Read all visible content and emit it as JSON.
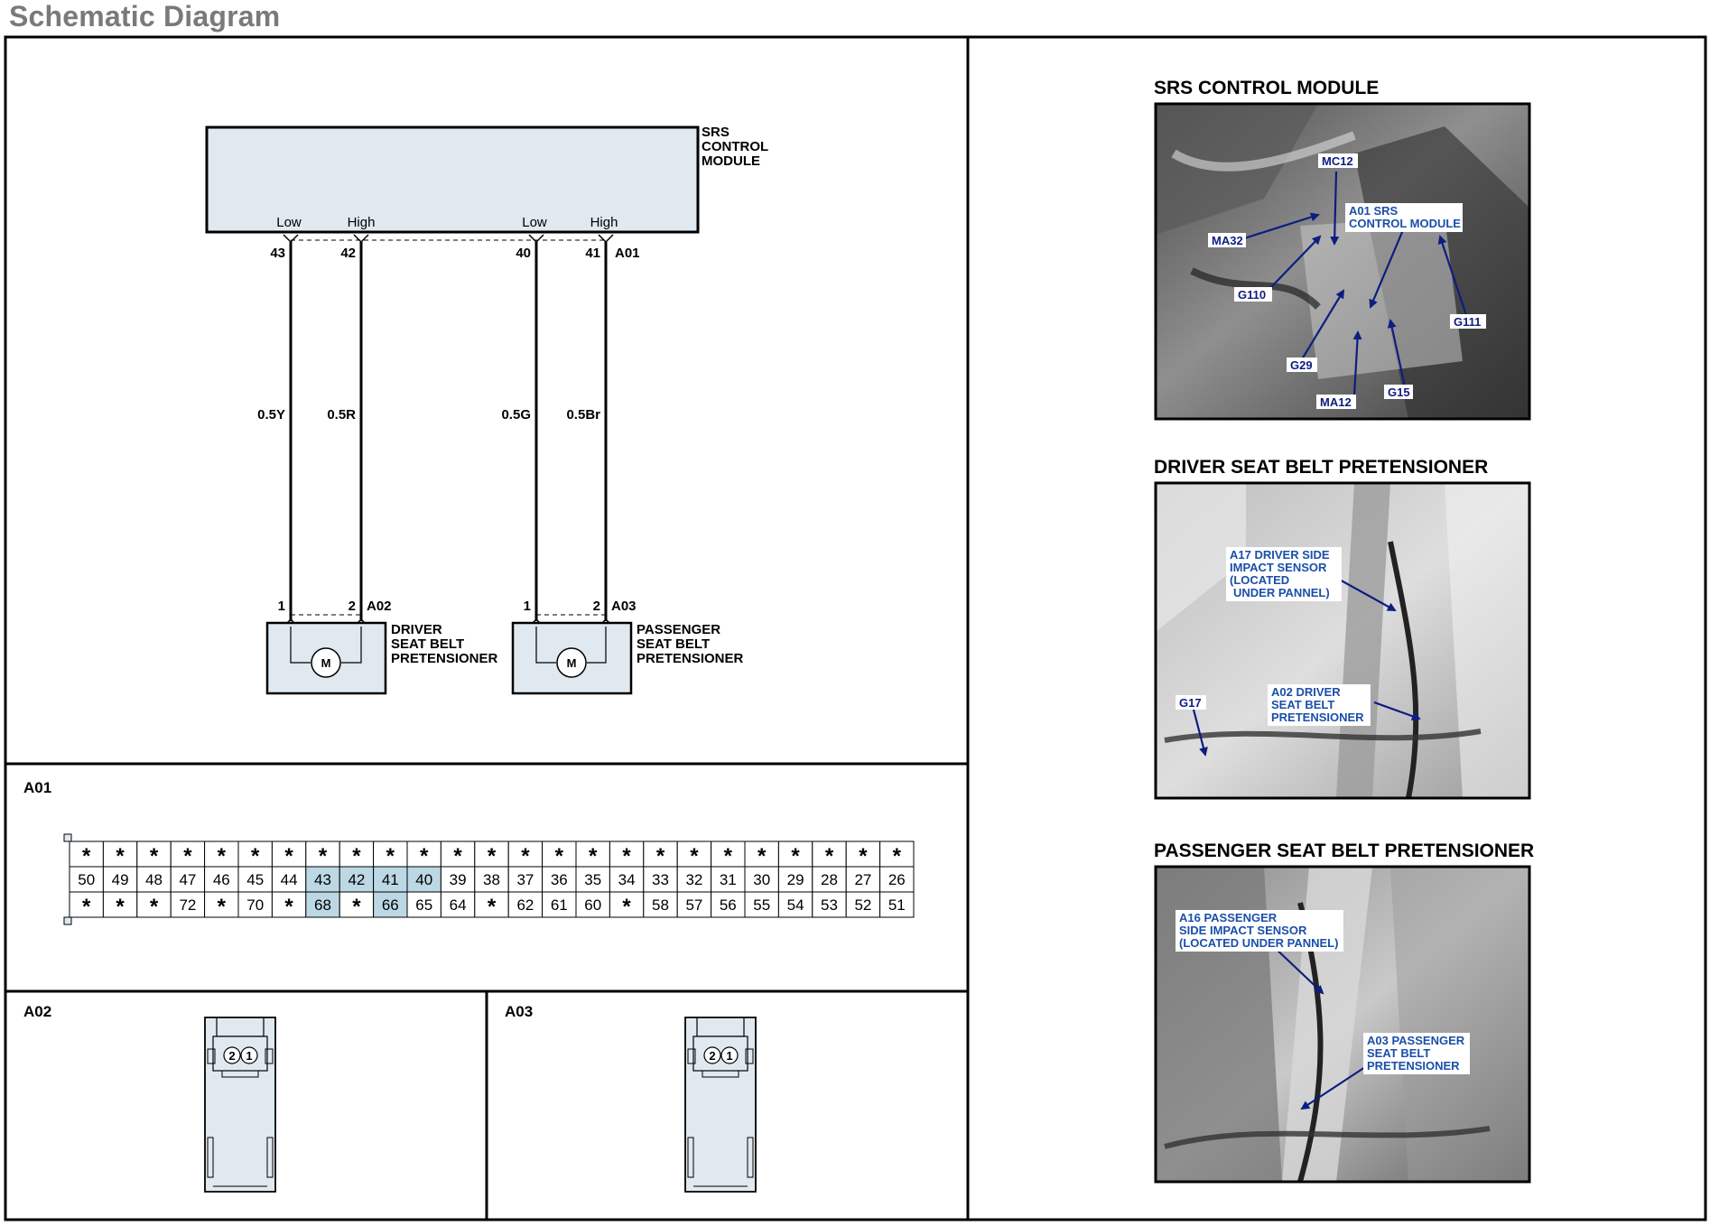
{
  "page": {
    "title": "Schematic Diagram"
  },
  "schematic": {
    "module_label": [
      "SRS",
      "CONTROL",
      "MODULE"
    ],
    "module_connector": "A01",
    "pins": [
      {
        "level": "Low",
        "number": "43",
        "wire": "0.5Y"
      },
      {
        "level": "High",
        "number": "42",
        "wire": "0.5R"
      },
      {
        "level": "Low",
        "number": "40",
        "wire": "0.5G"
      },
      {
        "level": "High",
        "number": "41",
        "wire": "0.5Br"
      }
    ],
    "devices": [
      {
        "connector": "A02",
        "pin_left": "1",
        "pin_right": "2",
        "motor": "M",
        "label": [
          "DRIVER",
          "SEAT BELT",
          "PRETENSIONER"
        ]
      },
      {
        "connector": "A03",
        "pin_left": "1",
        "pin_right": "2",
        "motor": "M",
        "label": [
          "PASSENGER",
          "SEAT BELT",
          "PRETENSIONER"
        ]
      }
    ]
  },
  "connector_a01": {
    "label": "A01",
    "row1": [
      "*",
      "*",
      "*",
      "*",
      "*",
      "*",
      "*",
      "*",
      "*",
      "*",
      "*",
      "*",
      "*",
      "*",
      "*",
      "*",
      "*",
      "*",
      "*",
      "*",
      "*",
      "*",
      "*",
      "*",
      "*"
    ],
    "row2": [
      "50",
      "49",
      "48",
      "47",
      "46",
      "45",
      "44",
      "43",
      "42",
      "41",
      "40",
      "39",
      "38",
      "37",
      "36",
      "35",
      "34",
      "33",
      "32",
      "31",
      "30",
      "29",
      "28",
      "27",
      "26"
    ],
    "row3": [
      "*",
      "*",
      "*",
      "72",
      "*",
      "70",
      "*",
      "68",
      "*",
      "66",
      "65",
      "64",
      "*",
      "62",
      "61",
      "60",
      "*",
      "58",
      "57",
      "56",
      "55",
      "54",
      "53",
      "52",
      "51"
    ],
    "highlighted": [
      "43",
      "42",
      "41",
      "40",
      "68",
      "66"
    ]
  },
  "connector_a02": {
    "label": "A02",
    "pins": [
      "2",
      "1"
    ]
  },
  "connector_a03": {
    "label": "A03",
    "pins": [
      "2",
      "1"
    ]
  },
  "photos": [
    {
      "title": "SRS CONTROL MODULE",
      "labels": [
        "MC12",
        "A01 SRS",
        "CONTROL MODULE",
        "MA32",
        "G110",
        "G111",
        "G29",
        "G15",
        "MA12"
      ]
    },
    {
      "title": "DRIVER SEAT BELT PRETENSIONER",
      "labels": [
        "A17 DRIVER SIDE",
        "IMPACT SENSOR",
        "(LOCATED",
        "UNDER PANNEL)",
        "G17",
        "A02 DRIVER",
        "SEAT BELT",
        "PRETENSIONER"
      ]
    },
    {
      "title": "PASSENGER SEAT BELT PRETENSIONER",
      "labels": [
        "A16 PASSENGER",
        "SIDE IMPACT SENSOR",
        "(LOCATED UNDER PANNEL)",
        "A03 PASSENGER",
        "SEAT BELT",
        "PRETENSIONER"
      ]
    }
  ],
  "colors": {
    "module_fill": "#dfe9ef",
    "highlight": "#bcd8e4",
    "label_blue": "#1a4fa8",
    "arrow_navy": "#0d1d80"
  }
}
